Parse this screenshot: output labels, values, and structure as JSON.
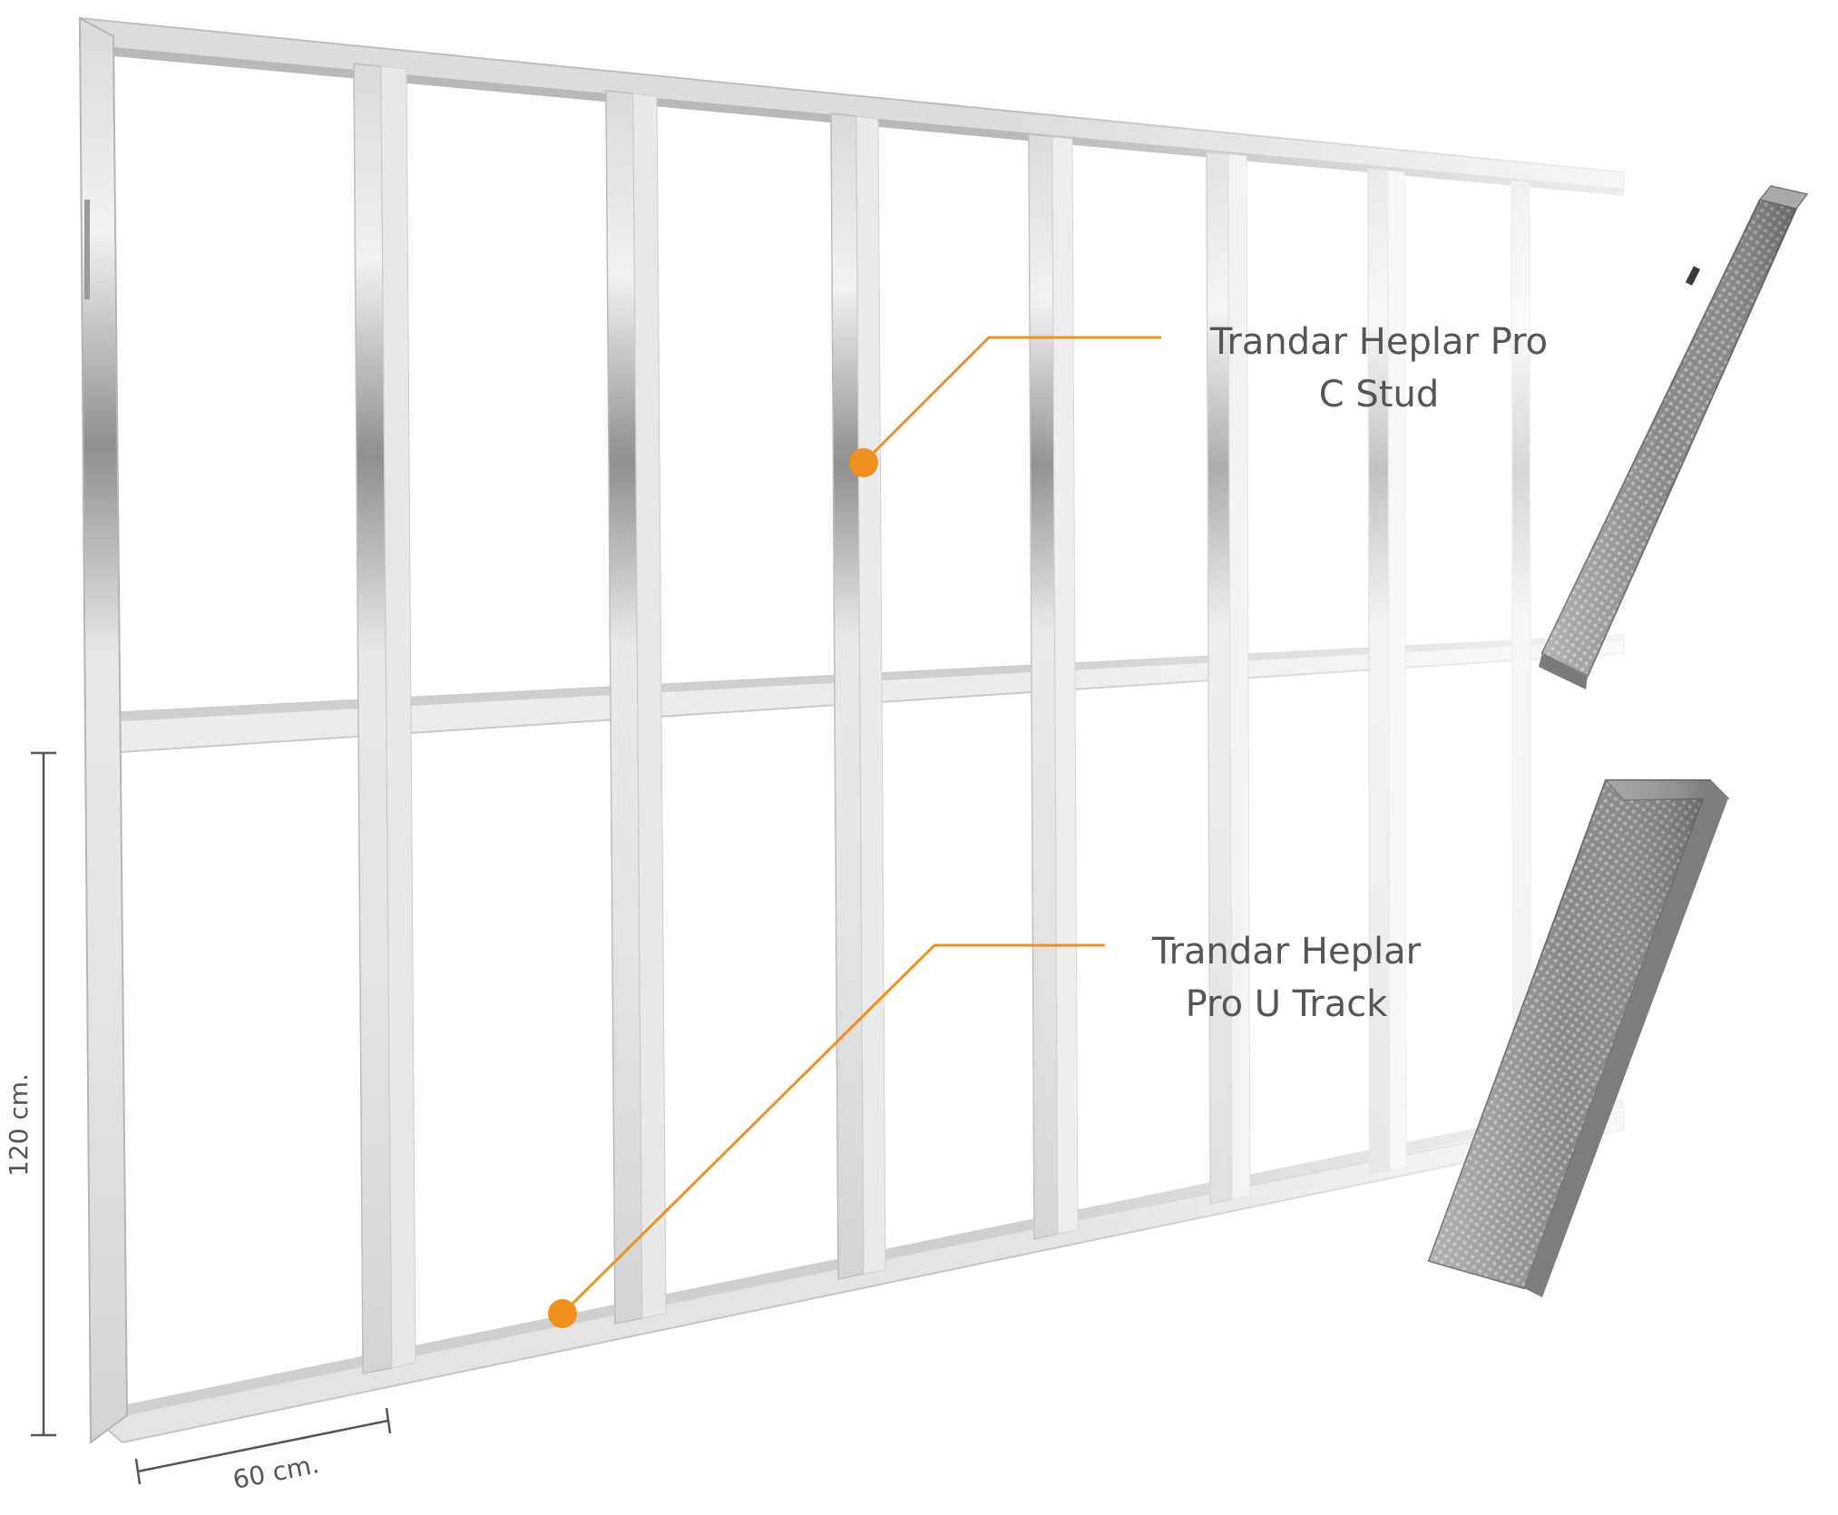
{
  "callouts": {
    "c_stud": {
      "line1": "Trandar Heplar Pro",
      "line2": "C Stud"
    },
    "u_track": {
      "line1": "Trandar Heplar",
      "line2": "Pro U Track"
    }
  },
  "dimensions": {
    "height_label": "120 cm.",
    "width_label": "60 cm."
  },
  "colors": {
    "accent": "#F0901E",
    "steel_dark": "#8E8E8E",
    "steel_light": "#E6E6E6",
    "text": "#555555"
  }
}
